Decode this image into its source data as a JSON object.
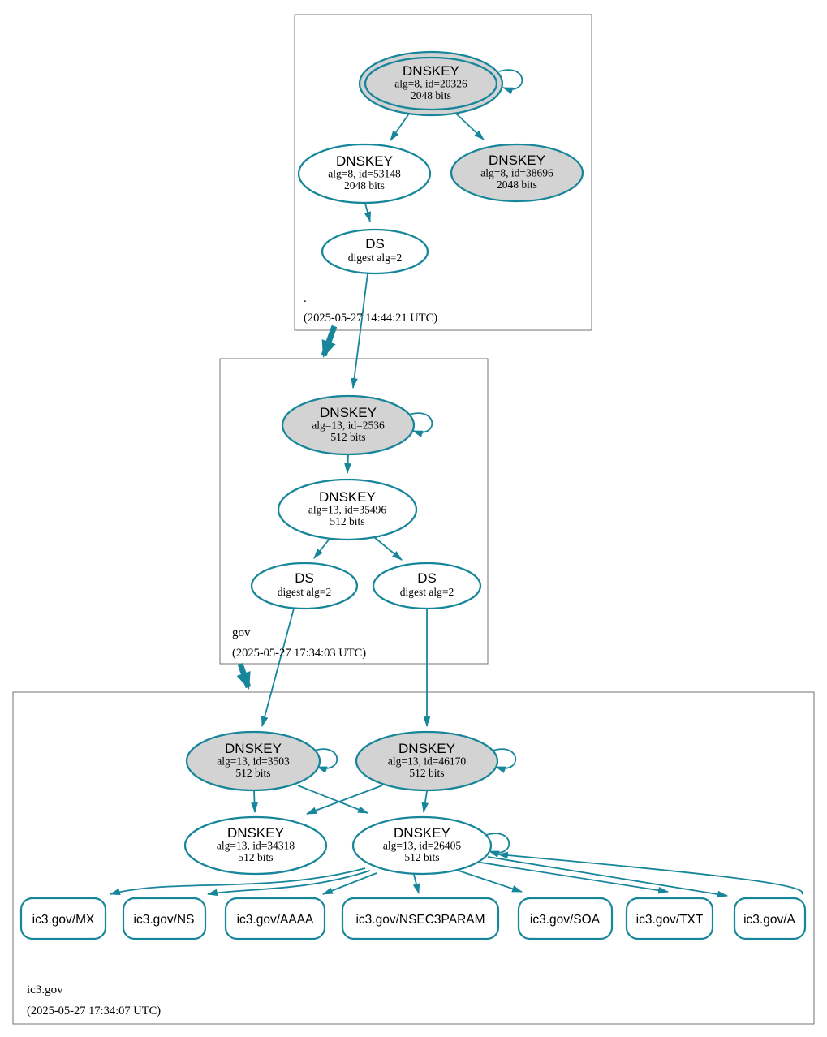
{
  "colors": {
    "edge_secure": "#17869a",
    "sep_key_fill": "#d3d3d3",
    "node_fill": "#ffffff",
    "zone_border": "#737373",
    "text": "#000000"
  },
  "root_zone": {
    "name": ".",
    "timestamp": "(2025-05-27 14:44:21 UTC)",
    "ksk": {
      "type": "DNSKEY",
      "meta": "alg=8, id=20326",
      "bits": "2048 bits"
    },
    "zsk": {
      "type": "DNSKEY",
      "meta": "alg=8, id=53148",
      "bits": "2048 bits"
    },
    "standby": {
      "type": "DNSKEY",
      "meta": "alg=8, id=38696",
      "bits": "2048 bits"
    },
    "ds": {
      "type": "DS",
      "meta": "digest alg=2"
    }
  },
  "gov_zone": {
    "name": "gov",
    "timestamp": "(2025-05-27 17:34:03 UTC)",
    "ksk": {
      "type": "DNSKEY",
      "meta": "alg=13, id=2536",
      "bits": "512 bits"
    },
    "zsk": {
      "type": "DNSKEY",
      "meta": "alg=13, id=35496",
      "bits": "512 bits"
    },
    "ds1": {
      "type": "DS",
      "meta": "digest alg=2"
    },
    "ds2": {
      "type": "DS",
      "meta": "digest alg=2"
    }
  },
  "ic3_zone": {
    "name": "ic3.gov",
    "timestamp": "(2025-05-27 17:34:07 UTC)",
    "ksk1": {
      "type": "DNSKEY",
      "meta": "alg=13, id=3503",
      "bits": "512 bits"
    },
    "ksk2": {
      "type": "DNSKEY",
      "meta": "alg=13, id=46170",
      "bits": "512 bits"
    },
    "zsk1": {
      "type": "DNSKEY",
      "meta": "alg=13, id=34318",
      "bits": "512 bits"
    },
    "zsk2": {
      "type": "DNSKEY",
      "meta": "alg=13, id=26405",
      "bits": "512 bits"
    },
    "rrsets": [
      {
        "label": "ic3.gov/MX"
      },
      {
        "label": "ic3.gov/NS"
      },
      {
        "label": "ic3.gov/AAAA"
      },
      {
        "label": "ic3.gov/NSEC3PARAM"
      },
      {
        "label": "ic3.gov/SOA"
      },
      {
        "label": "ic3.gov/TXT"
      },
      {
        "label": "ic3.gov/A"
      }
    ]
  }
}
